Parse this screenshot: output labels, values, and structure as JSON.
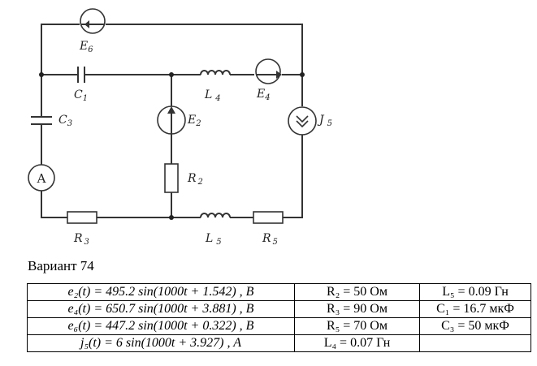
{
  "diagram": {
    "labels": {
      "E6": {
        "main": "E",
        "sub": "6"
      },
      "C1": {
        "main": "C",
        "sub": "1"
      },
      "L4": {
        "main": "L",
        "sub": "4"
      },
      "E4": {
        "main": "E",
        "sub": "4"
      },
      "C3": {
        "main": "C",
        "sub": "3"
      },
      "E2": {
        "main": "E",
        "sub": "2"
      },
      "J5": {
        "main": "J",
        "sub": "5"
      },
      "R2": {
        "main": "R",
        "sub": "2"
      },
      "A": {
        "main": "A"
      },
      "R3": {
        "main": "R",
        "sub": "3"
      },
      "L5": {
        "main": "L",
        "sub": "5"
      },
      "R5": {
        "main": "R",
        "sub": "5"
      }
    }
  },
  "variant_label": "Вариант 74",
  "table": {
    "rows": [
      [
        "e₂(t) = 495.2 sin(1000t + 1.542) , B",
        "R₂ = 50 Ом",
        "L₅ = 0.09 Гн"
      ],
      [
        "e₄(t) = 650.7 sin(1000t + 3.881) , B",
        "R₃ = 90 Ом",
        "C₁ = 16.7 мкФ"
      ],
      [
        "e₆(t) = 447.2 sin(1000t + 0.322) , B",
        "R₅ = 70 Ом",
        "C₃ = 50 мкФ"
      ],
      [
        "j₅(t) = 6 sin(1000t + 3.927) , A",
        "L₄ = 0.07 Гн",
        ""
      ]
    ]
  }
}
